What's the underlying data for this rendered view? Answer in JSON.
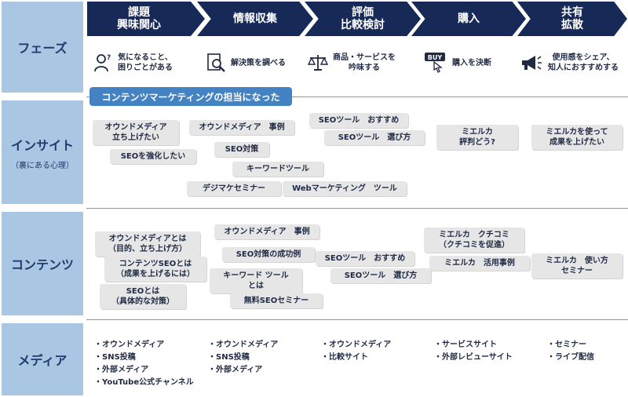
{
  "rows": {
    "phase": "フェーズ",
    "insight": "インサイト",
    "insight_sub": "（裏にある心理）",
    "contents": "コンテンツ",
    "media": "メディア"
  },
  "phases": [
    {
      "label": "課題\n興味関心"
    },
    {
      "label": "情報収集"
    },
    {
      "label": "評価\n比較検討"
    },
    {
      "label": "購入"
    },
    {
      "label": "共有\n拡散"
    }
  ],
  "steps": [
    {
      "icon": "confused-person-icon",
      "text": "気になること、\n困りごとがある"
    },
    {
      "icon": "magnifier-document-icon",
      "text": "解決策を調べる"
    },
    {
      "icon": "balance-scale-icon",
      "text": "商品・サービスを\n吟味する"
    },
    {
      "icon": "buy-click-icon",
      "icon_text": "BUY",
      "text": "購入を決断"
    },
    {
      "icon": "megaphone-icon",
      "text": "使用感をシェア、\n知人におすすめする"
    }
  ],
  "banner": "コンテンツマーケティングの担当になった",
  "insight_tags": [
    "オウンドメディア\n立ち上げたい",
    "SEOを強化したい",
    "オウンドメディア　事例",
    "SEO対策",
    "キーワードツール",
    "デジマケセミナー",
    "Webマーケティング　ツール",
    "SEOツール　おすすめ",
    "SEOツール　選び方",
    "ミエルカ\n評判どう?",
    "ミエルカを使って\n成果を上げたい"
  ],
  "content_tags": [
    "オウンドメディアとは\n（目的、立ち上げ方）",
    "コンテンツSEOとは\n（成果を上げるには）",
    "SEOとは\n（具体的な対策）",
    "オウンドメディア　事例",
    "SEO対策の成功例",
    "キーワード ツール\nとは",
    "無料SEOセミナー",
    "SEOツール　おすすめ",
    "SEOツール　選び方",
    "ミエルカ　クチコミ\n（クチコミを促進）",
    "ミエルカ　活用事例",
    "ミエルカ　使い方\nセミナー"
  ],
  "media": [
    [
      "オウンドメディア",
      "SNS投稿",
      "外部メディア",
      "YouTube公式チャンネル"
    ],
    [
      "オウンドメディア",
      "SNS投稿",
      "外部メディア"
    ],
    [
      "オウンドメディア",
      "比較サイト"
    ],
    [
      "サービスサイト",
      "外部レビューサイト"
    ],
    [
      "セミナー",
      "ライブ配信"
    ]
  ],
  "colors": {
    "phase_bg": "#172956",
    "row_label_bg": "#a9c6e2",
    "banner_bg": "#4383c4",
    "tag_bg": "#e6e6e6"
  }
}
